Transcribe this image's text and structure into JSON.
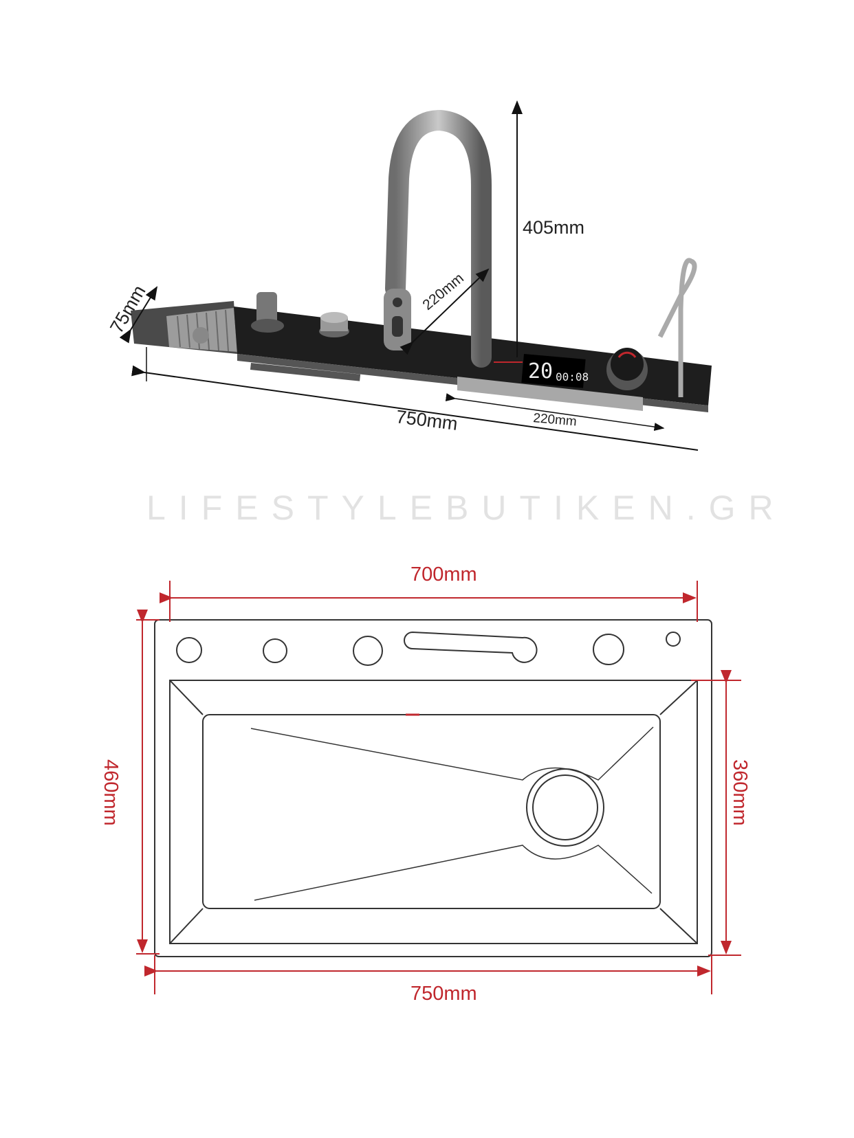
{
  "faucet_view": {
    "height_label": "405mm",
    "spout_reach_label": "220mm",
    "depth_label": "75mm",
    "length_label": "750mm",
    "waterfall_label": "220mm",
    "display": {
      "temperature": "20",
      "time": "00:08"
    }
  },
  "watermark": "LIFESTYLEBUTIKEN.GR",
  "sink_plan": {
    "inner_width_label": "700mm",
    "outer_depth_label": "460mm",
    "inner_depth_label": "360mm",
    "outer_width_label": "750mm"
  },
  "colors": {
    "dimension_red": "#c0272d",
    "line": "#333333",
    "watermark": "#e2e2e2"
  }
}
